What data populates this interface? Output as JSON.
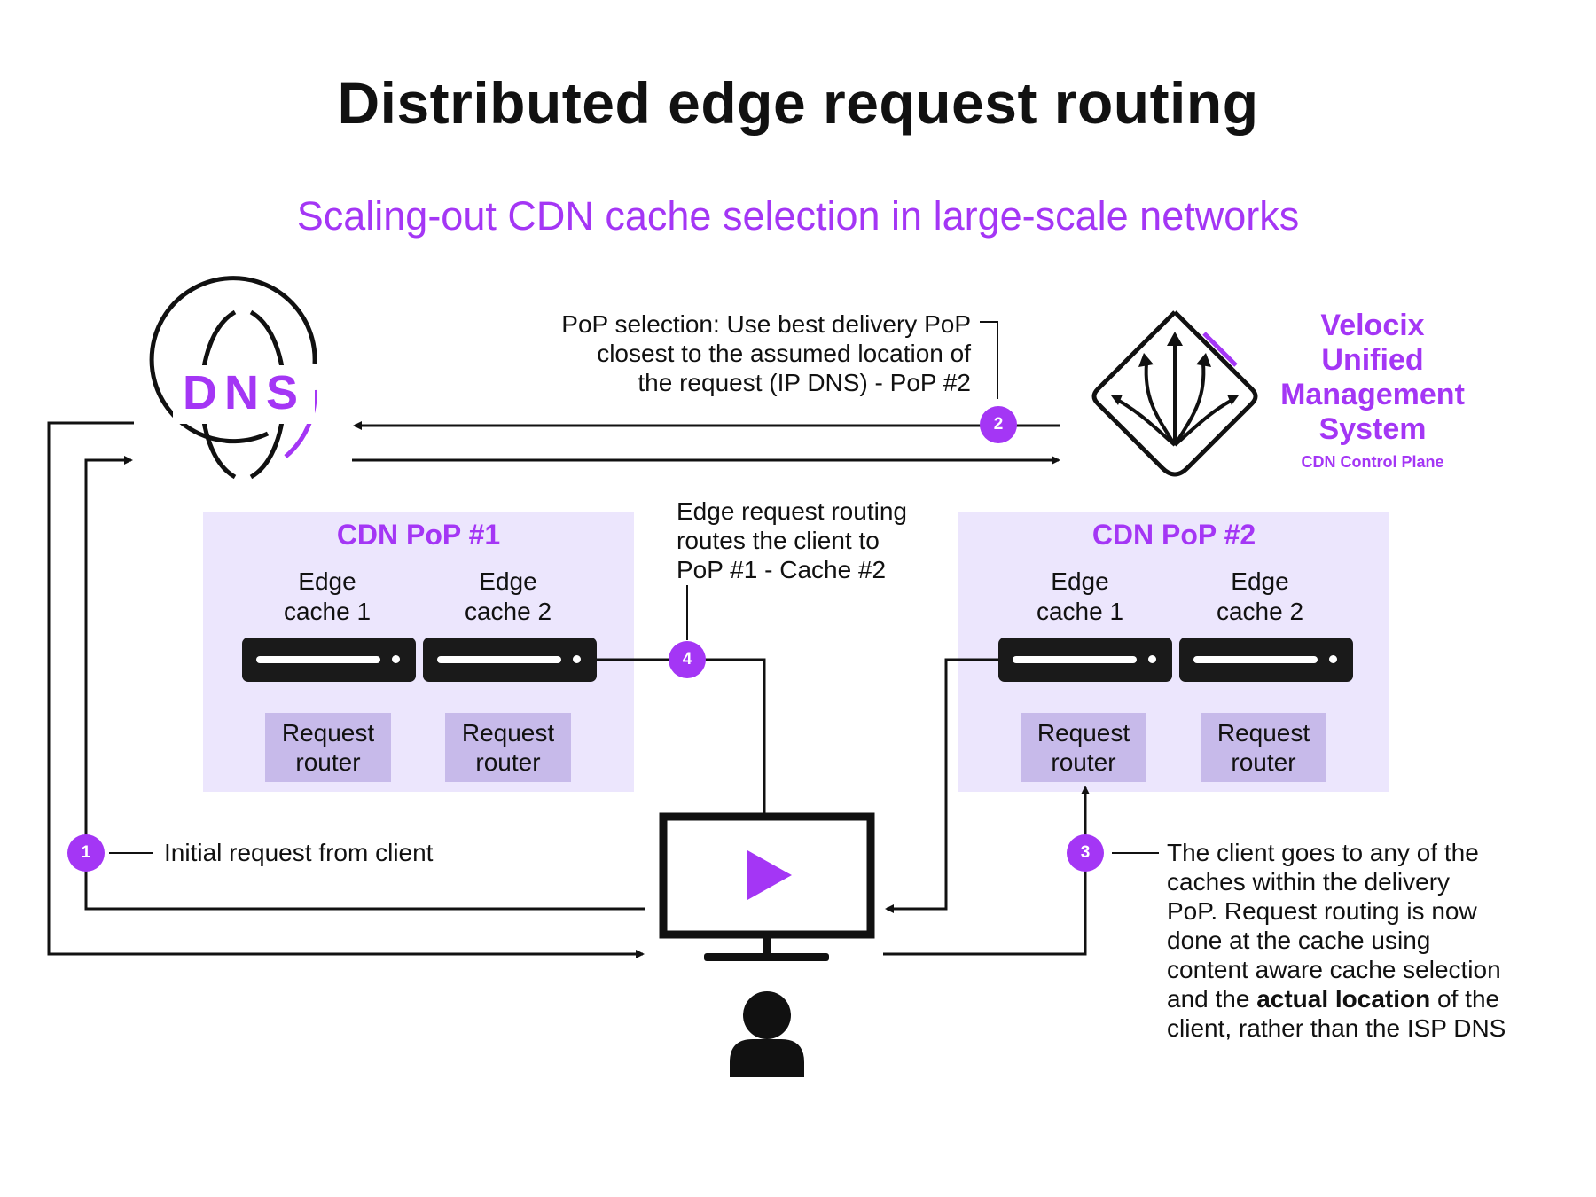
{
  "title": "Distributed edge request routing",
  "subtitle": "Scaling-out CDN cache selection in large-scale networks",
  "colors": {
    "accent": "#a436f5",
    "pop_bg": "#ece6fd",
    "router_bg": "#c7baea",
    "ink": "#111111"
  },
  "dns": {
    "label": "DNS",
    "icon": "globe-icon"
  },
  "control_plane": {
    "name_lines": [
      "Velocix",
      "Unified",
      "Management",
      "System"
    ],
    "subtitle": "CDN Control Plane",
    "icon": "diamond-branching-arrows-icon"
  },
  "pops": [
    {
      "title": "CDN PoP #1",
      "caches": [
        {
          "label_lines": [
            "Edge",
            "cache 1"
          ],
          "router_lines": [
            "Request",
            "router"
          ]
        },
        {
          "label_lines": [
            "Edge",
            "cache 2"
          ],
          "router_lines": [
            "Request",
            "router"
          ]
        }
      ]
    },
    {
      "title": "CDN PoP #2",
      "caches": [
        {
          "label_lines": [
            "Edge",
            "cache 1"
          ],
          "router_lines": [
            "Request",
            "router"
          ]
        },
        {
          "label_lines": [
            "Edge",
            "cache 2"
          ],
          "router_lines": [
            "Request",
            "router"
          ]
        }
      ]
    }
  ],
  "steps": [
    {
      "number": "1",
      "lines": [
        "Initial request from client"
      ]
    },
    {
      "number": "2",
      "lines": [
        "PoP selection: Use best delivery PoP",
        "closest to the assumed location of",
        "the request (IP DNS) - PoP #2"
      ]
    },
    {
      "number": "3",
      "lines": [
        "The client goes to any of the",
        "caches within the delivery",
        "PoP. Request routing is now",
        "done at the cache using",
        "content aware cache selection"
      ],
      "line6_pre": "and the ",
      "line6_bold": "actual location",
      "line6_post": " of the",
      "line7": "client, rather than the ISP DNS"
    },
    {
      "number": "4",
      "lines": [
        "Edge request routing",
        "routes the client to",
        "PoP #1 - Cache #2"
      ]
    }
  ],
  "client": {
    "screen_icon": "monitor-play-icon",
    "user_icon": "user-icon"
  }
}
